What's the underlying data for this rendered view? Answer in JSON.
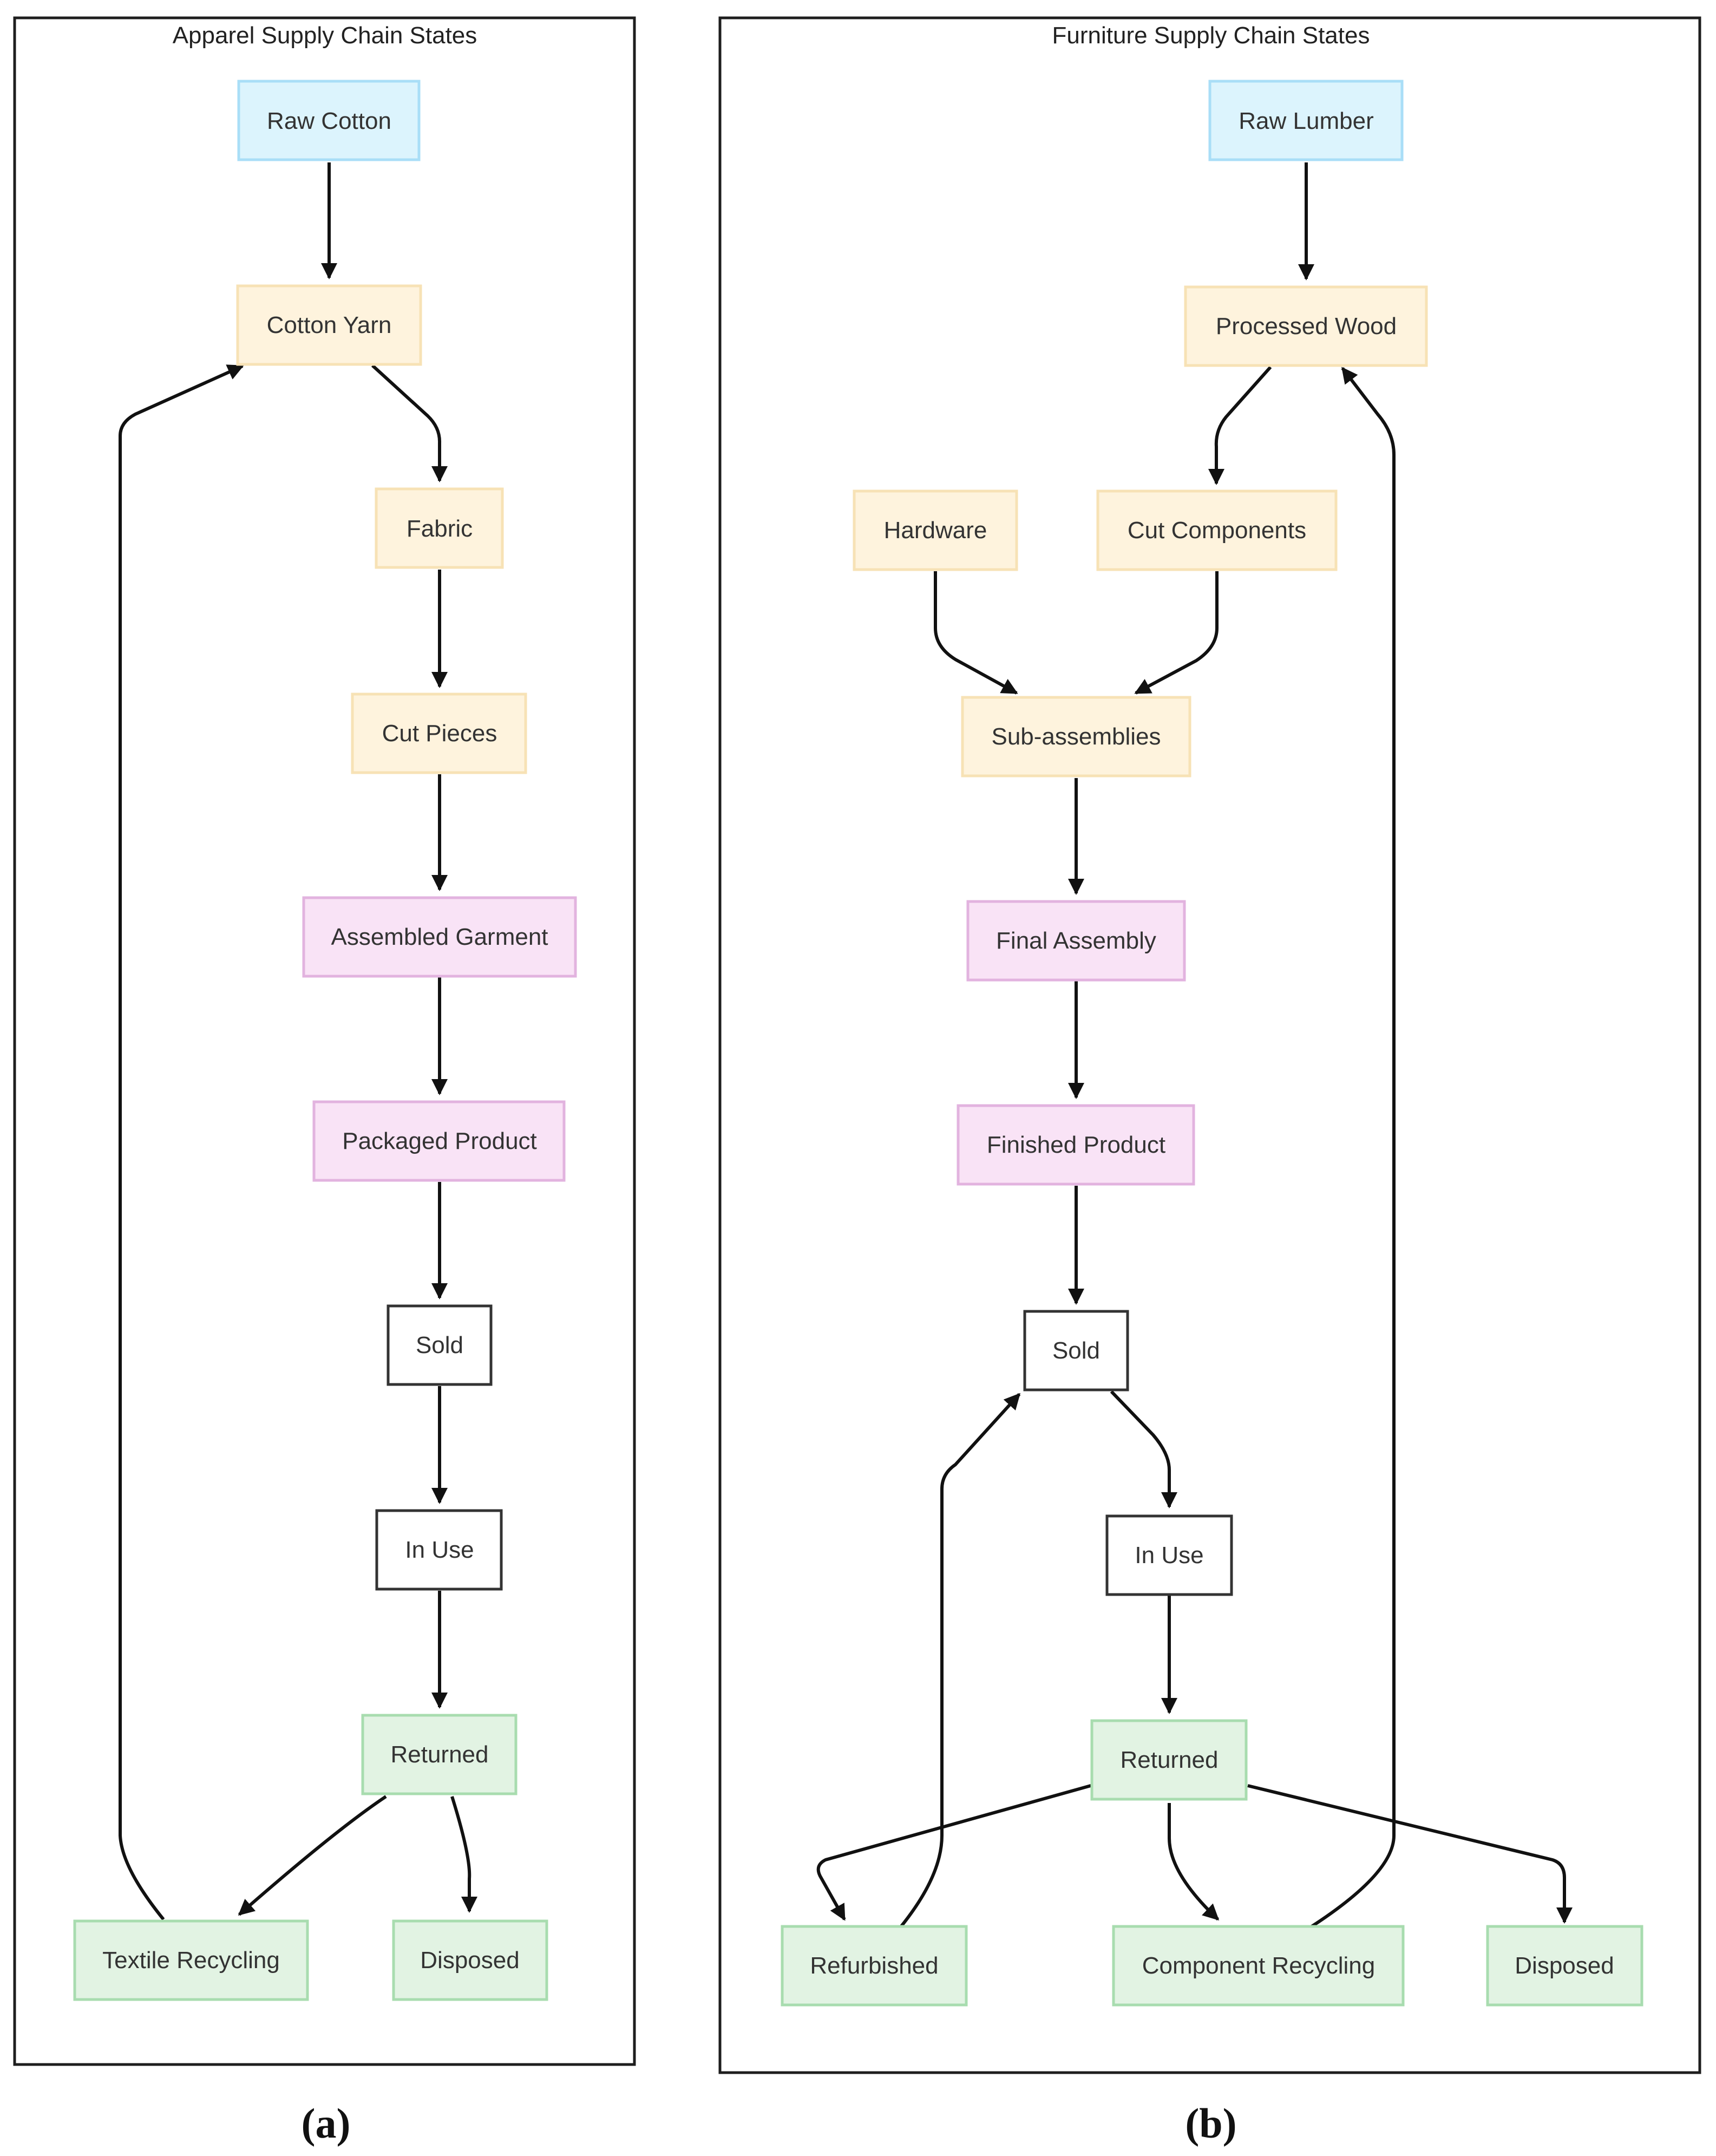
{
  "colors": {
    "source": {
      "fill": "#dcf4fd",
      "stroke": "#a9def7"
    },
    "process": {
      "fill": "#fef3dd",
      "stroke": "#f7e2b5"
    },
    "product": {
      "fill": "#f9e3f6",
      "stroke": "#e2b3df"
    },
    "lifecycle": {
      "fill": "#ffffff",
      "stroke": "#333333"
    },
    "endoflife": {
      "fill": "#e2f3e3",
      "stroke": "#a8dcaf"
    }
  },
  "panel_a": {
    "title": "Apparel Supply Chain States",
    "caption": "(a)",
    "nodes": {
      "raw_cotton": "Raw Cotton",
      "cotton_yarn": "Cotton Yarn",
      "fabric": "Fabric",
      "cut_pieces": "Cut Pieces",
      "assembled_garment": "Assembled Garment",
      "packaged_product": "Packaged Product",
      "sold": "Sold",
      "in_use": "In Use",
      "returned": "Returned",
      "textile_recycling": "Textile Recycling",
      "disposed": "Disposed"
    }
  },
  "panel_b": {
    "title": "Furniture Supply Chain States",
    "caption": "(b)",
    "nodes": {
      "raw_lumber": "Raw Lumber",
      "processed_wood": "Processed Wood",
      "hardware": "Hardware",
      "cut_components": "Cut Components",
      "sub_assemblies": "Sub-assemblies",
      "final_assembly": "Final Assembly",
      "finished_product": "Finished Product",
      "sold": "Sold",
      "in_use": "In Use",
      "returned": "Returned",
      "refurbished": "Refurbished",
      "component_recycling": "Component Recycling",
      "disposed": "Disposed"
    }
  }
}
